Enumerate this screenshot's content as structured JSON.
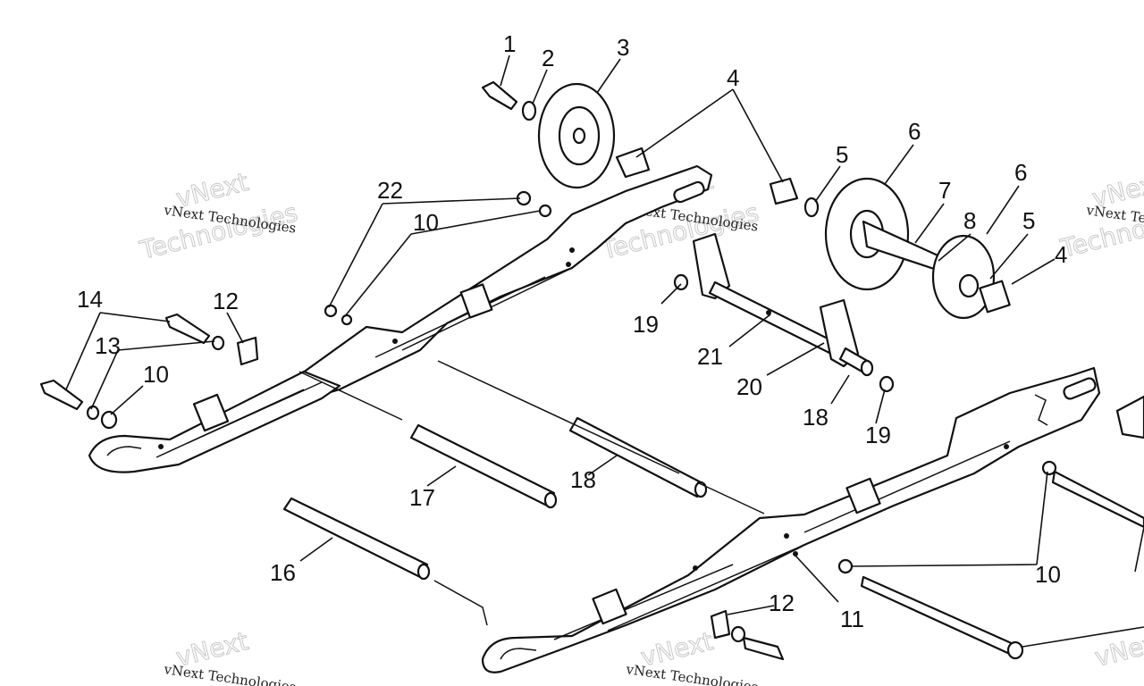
{
  "diagram": {
    "callouts": [
      {
        "id": "c1",
        "text": "1"
      },
      {
        "id": "c2",
        "text": "2"
      },
      {
        "id": "c3",
        "text": "3"
      },
      {
        "id": "c4",
        "text": "4"
      },
      {
        "id": "c5a",
        "text": "5"
      },
      {
        "id": "c6a",
        "text": "6"
      },
      {
        "id": "c7",
        "text": "7"
      },
      {
        "id": "c8",
        "text": "8"
      },
      {
        "id": "c6b",
        "text": "6"
      },
      {
        "id": "c5b",
        "text": "5"
      },
      {
        "id": "c4b",
        "text": "4"
      },
      {
        "id": "c22",
        "text": "22"
      },
      {
        "id": "c10a",
        "text": "10"
      },
      {
        "id": "c14",
        "text": "14"
      },
      {
        "id": "c12a",
        "text": "12"
      },
      {
        "id": "c13",
        "text": "13"
      },
      {
        "id": "c10b",
        "text": "10"
      },
      {
        "id": "c19a",
        "text": "19"
      },
      {
        "id": "c21",
        "text": "21"
      },
      {
        "id": "c20",
        "text": "20"
      },
      {
        "id": "c18a",
        "text": "18"
      },
      {
        "id": "c19b",
        "text": "19"
      },
      {
        "id": "c18b",
        "text": "18"
      },
      {
        "id": "c17",
        "text": "17"
      },
      {
        "id": "c16",
        "text": "16"
      },
      {
        "id": "c10c",
        "text": "10"
      },
      {
        "id": "c11",
        "text": "11"
      },
      {
        "id": "c12b",
        "text": "12"
      }
    ],
    "watermark": {
      "line1": "vNext Technologies",
      "line2": "vNext",
      "line3": "Technologies",
      "partial_right": "vNext Te",
      "partial_right2": "Techno"
    }
  }
}
